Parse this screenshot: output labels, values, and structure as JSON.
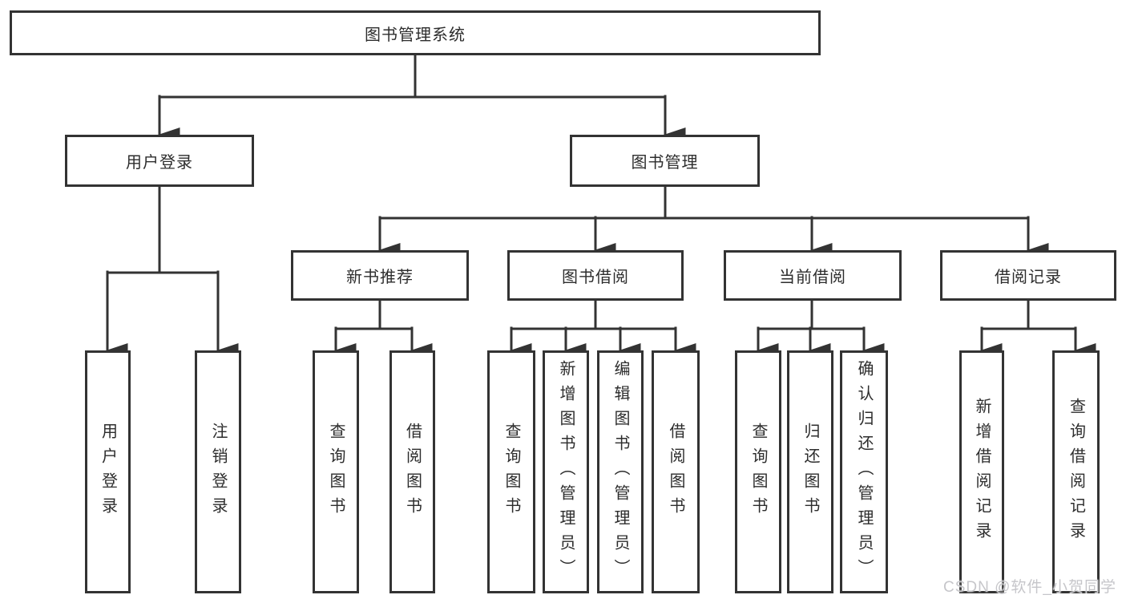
{
  "diagram_type": "hierarchy-flowchart",
  "tree": {
    "root": {
      "label": "图书管理系统"
    },
    "branches": [
      {
        "label": "用户登录",
        "children": [
          {
            "label": "用户登录"
          },
          {
            "label": "注销登录"
          }
        ]
      },
      {
        "label": "图书管理",
        "children": [
          {
            "label": "新书推荐",
            "children": [
              {
                "label": "查询图书"
              },
              {
                "label": "借阅图书"
              }
            ]
          },
          {
            "label": "图书借阅",
            "children": [
              {
                "label": "查询图书"
              },
              {
                "label": "新增图书（管理员）"
              },
              {
                "label": "编辑图书（管理员）"
              },
              {
                "label": "借阅图书"
              }
            ]
          },
          {
            "label": "当前借阅",
            "children": [
              {
                "label": "查询图书"
              },
              {
                "label": "归还图书"
              },
              {
                "label": "确认归还（管理员）"
              }
            ]
          },
          {
            "label": "借阅记录",
            "children": [
              {
                "label": "新增借阅记录"
              },
              {
                "label": "查询借阅记录"
              }
            ]
          }
        ]
      }
    ]
  },
  "watermark": {
    "text": "CSDN @软件_小贺同学"
  },
  "colors": {
    "line": "#333333",
    "box_background": "#ffffff",
    "text": "#2d2d2d",
    "watermark": "#c6c6ca"
  }
}
